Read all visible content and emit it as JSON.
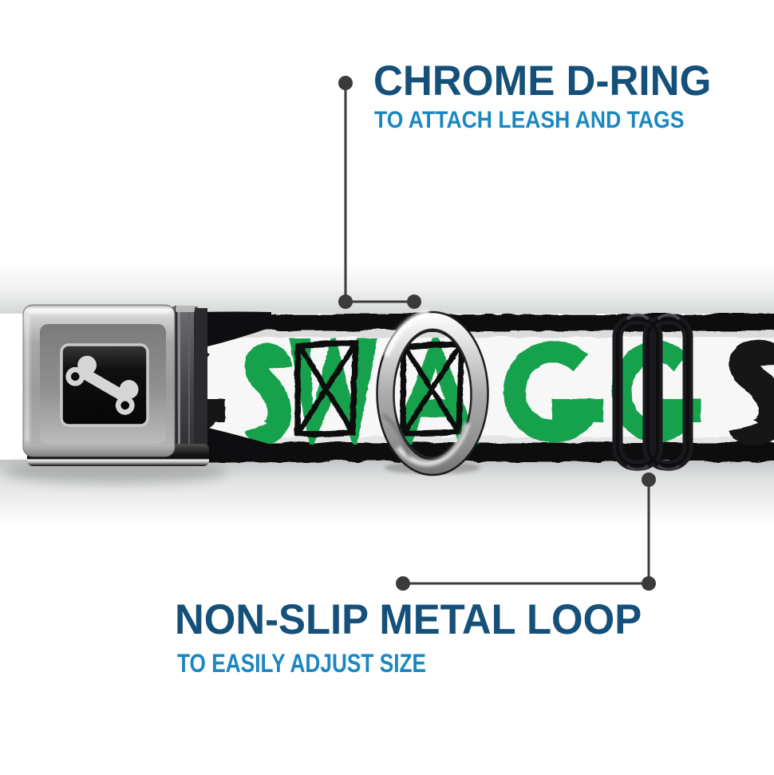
{
  "callouts": {
    "top": {
      "title": "CHROME D-RING",
      "subtitle": "TO ATTACH LEASH AND TAGS",
      "points_to": "d-ring"
    },
    "bottom": {
      "title": "NON-SLIP METAL LOOP",
      "subtitle": "TO EASILY ADJUST SIZE",
      "points_to": "slider-loop"
    }
  },
  "strap": {
    "pattern_word": "SWAGG",
    "visible_text": "G SWAGG S",
    "letters": [
      {
        "ch": "G",
        "color": "#131313"
      },
      {
        "ch": "S",
        "color": "#17a24e"
      },
      {
        "ch": "W",
        "color": "#17a24e"
      },
      {
        "ch": "A",
        "color": "#17a24e"
      },
      {
        "ch": "G",
        "color": "#17a24e"
      },
      {
        "ch": "G",
        "color": "#17a24e"
      },
      {
        "ch": "S",
        "color": "#131313"
      }
    ]
  },
  "buckle": {
    "icon": "bone-icon"
  },
  "colors": {
    "headline_navy": "#15507a",
    "subtitle_blue": "#1b87c1",
    "swag_green": "#17a24e",
    "callout_gray": "#3b3b3d",
    "strap_black": "#0d0d0e",
    "strap_white": "#f6f6f6"
  }
}
